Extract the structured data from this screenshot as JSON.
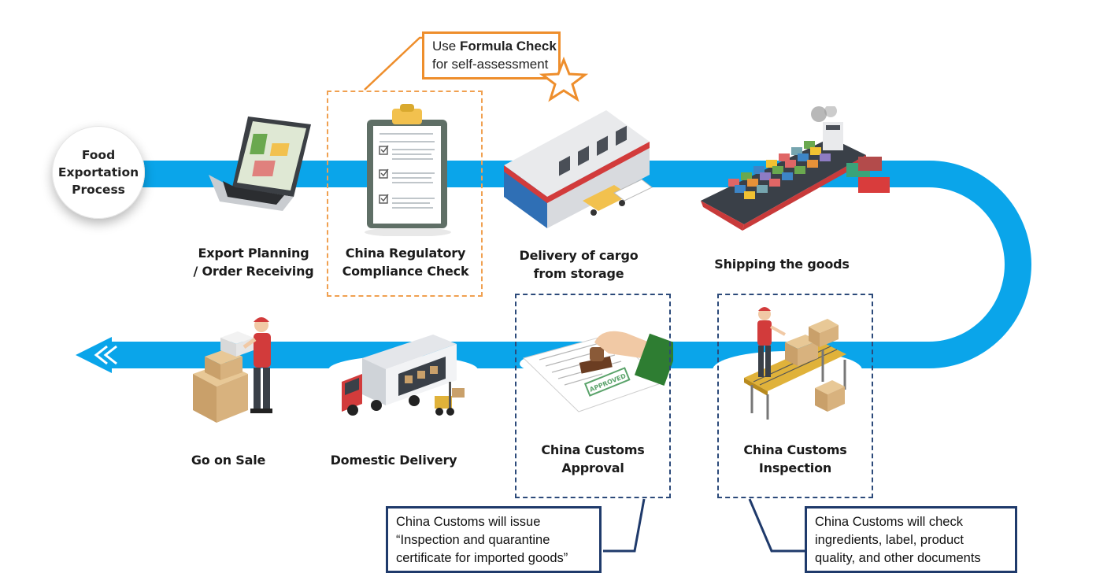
{
  "start": {
    "line1": "Food",
    "line2": "Exportation",
    "line3": "Process"
  },
  "steps": {
    "export_planning": {
      "line1": "Export Planning",
      "line2": "/ Order Receiving"
    },
    "regulatory_check": {
      "line1": "China Regulatory",
      "line2": "Compliance Check"
    },
    "delivery_cargo": {
      "line1": "Delivery of cargo",
      "line2": "from storage"
    },
    "shipping": {
      "line1": "Shipping the goods"
    },
    "inspection": {
      "line1": "China Customs",
      "line2": "Inspection"
    },
    "approval": {
      "line1": "China Customs",
      "line2": "Approval"
    },
    "domestic_delivery": {
      "line1": "Domestic Delivery"
    },
    "go_on_sale": {
      "line1": "Go on Sale"
    }
  },
  "callouts": {
    "formula_check": {
      "prefix": "Use ",
      "bold": "Formula Check",
      "line2": "for self-assessment"
    },
    "approval_note": {
      "line1": "China Customs will issue",
      "line2": "“Inspection and quarantine",
      "line3": "certificate for imported goods”"
    },
    "inspection_note": {
      "line1": "China Customs will check",
      "line2": "ingredients, label, product",
      "line3": "quality, and other documents"
    }
  },
  "stamp_text": "APPROVED",
  "colors": {
    "path_blue": "#0aa5ea",
    "orange": "#ee8e2c",
    "navy": "#1f3a6b"
  },
  "icons": [
    "laptop-icon",
    "clipboard-icon",
    "warehouse-icon",
    "cargo-ship-icon",
    "conveyor-inspection-icon",
    "stamp-approval-icon",
    "truck-forklift-icon",
    "delivery-man-boxes-icon",
    "star-icon"
  ]
}
